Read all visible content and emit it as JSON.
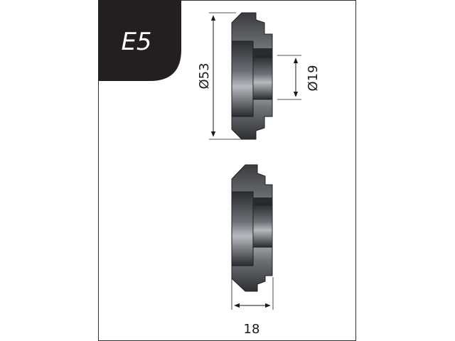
{
  "badge": {
    "label": "E5"
  },
  "dimensions": {
    "outer_diameter": "Ø53",
    "bore_diameter": "Ø19",
    "width": "18"
  },
  "colors": {
    "badge_background": "#231f20",
    "frame": "#333333",
    "roller_dark": "#2a2a2c",
    "roller_mid": "#8a8d92",
    "roller_light": "#d9dbde"
  }
}
